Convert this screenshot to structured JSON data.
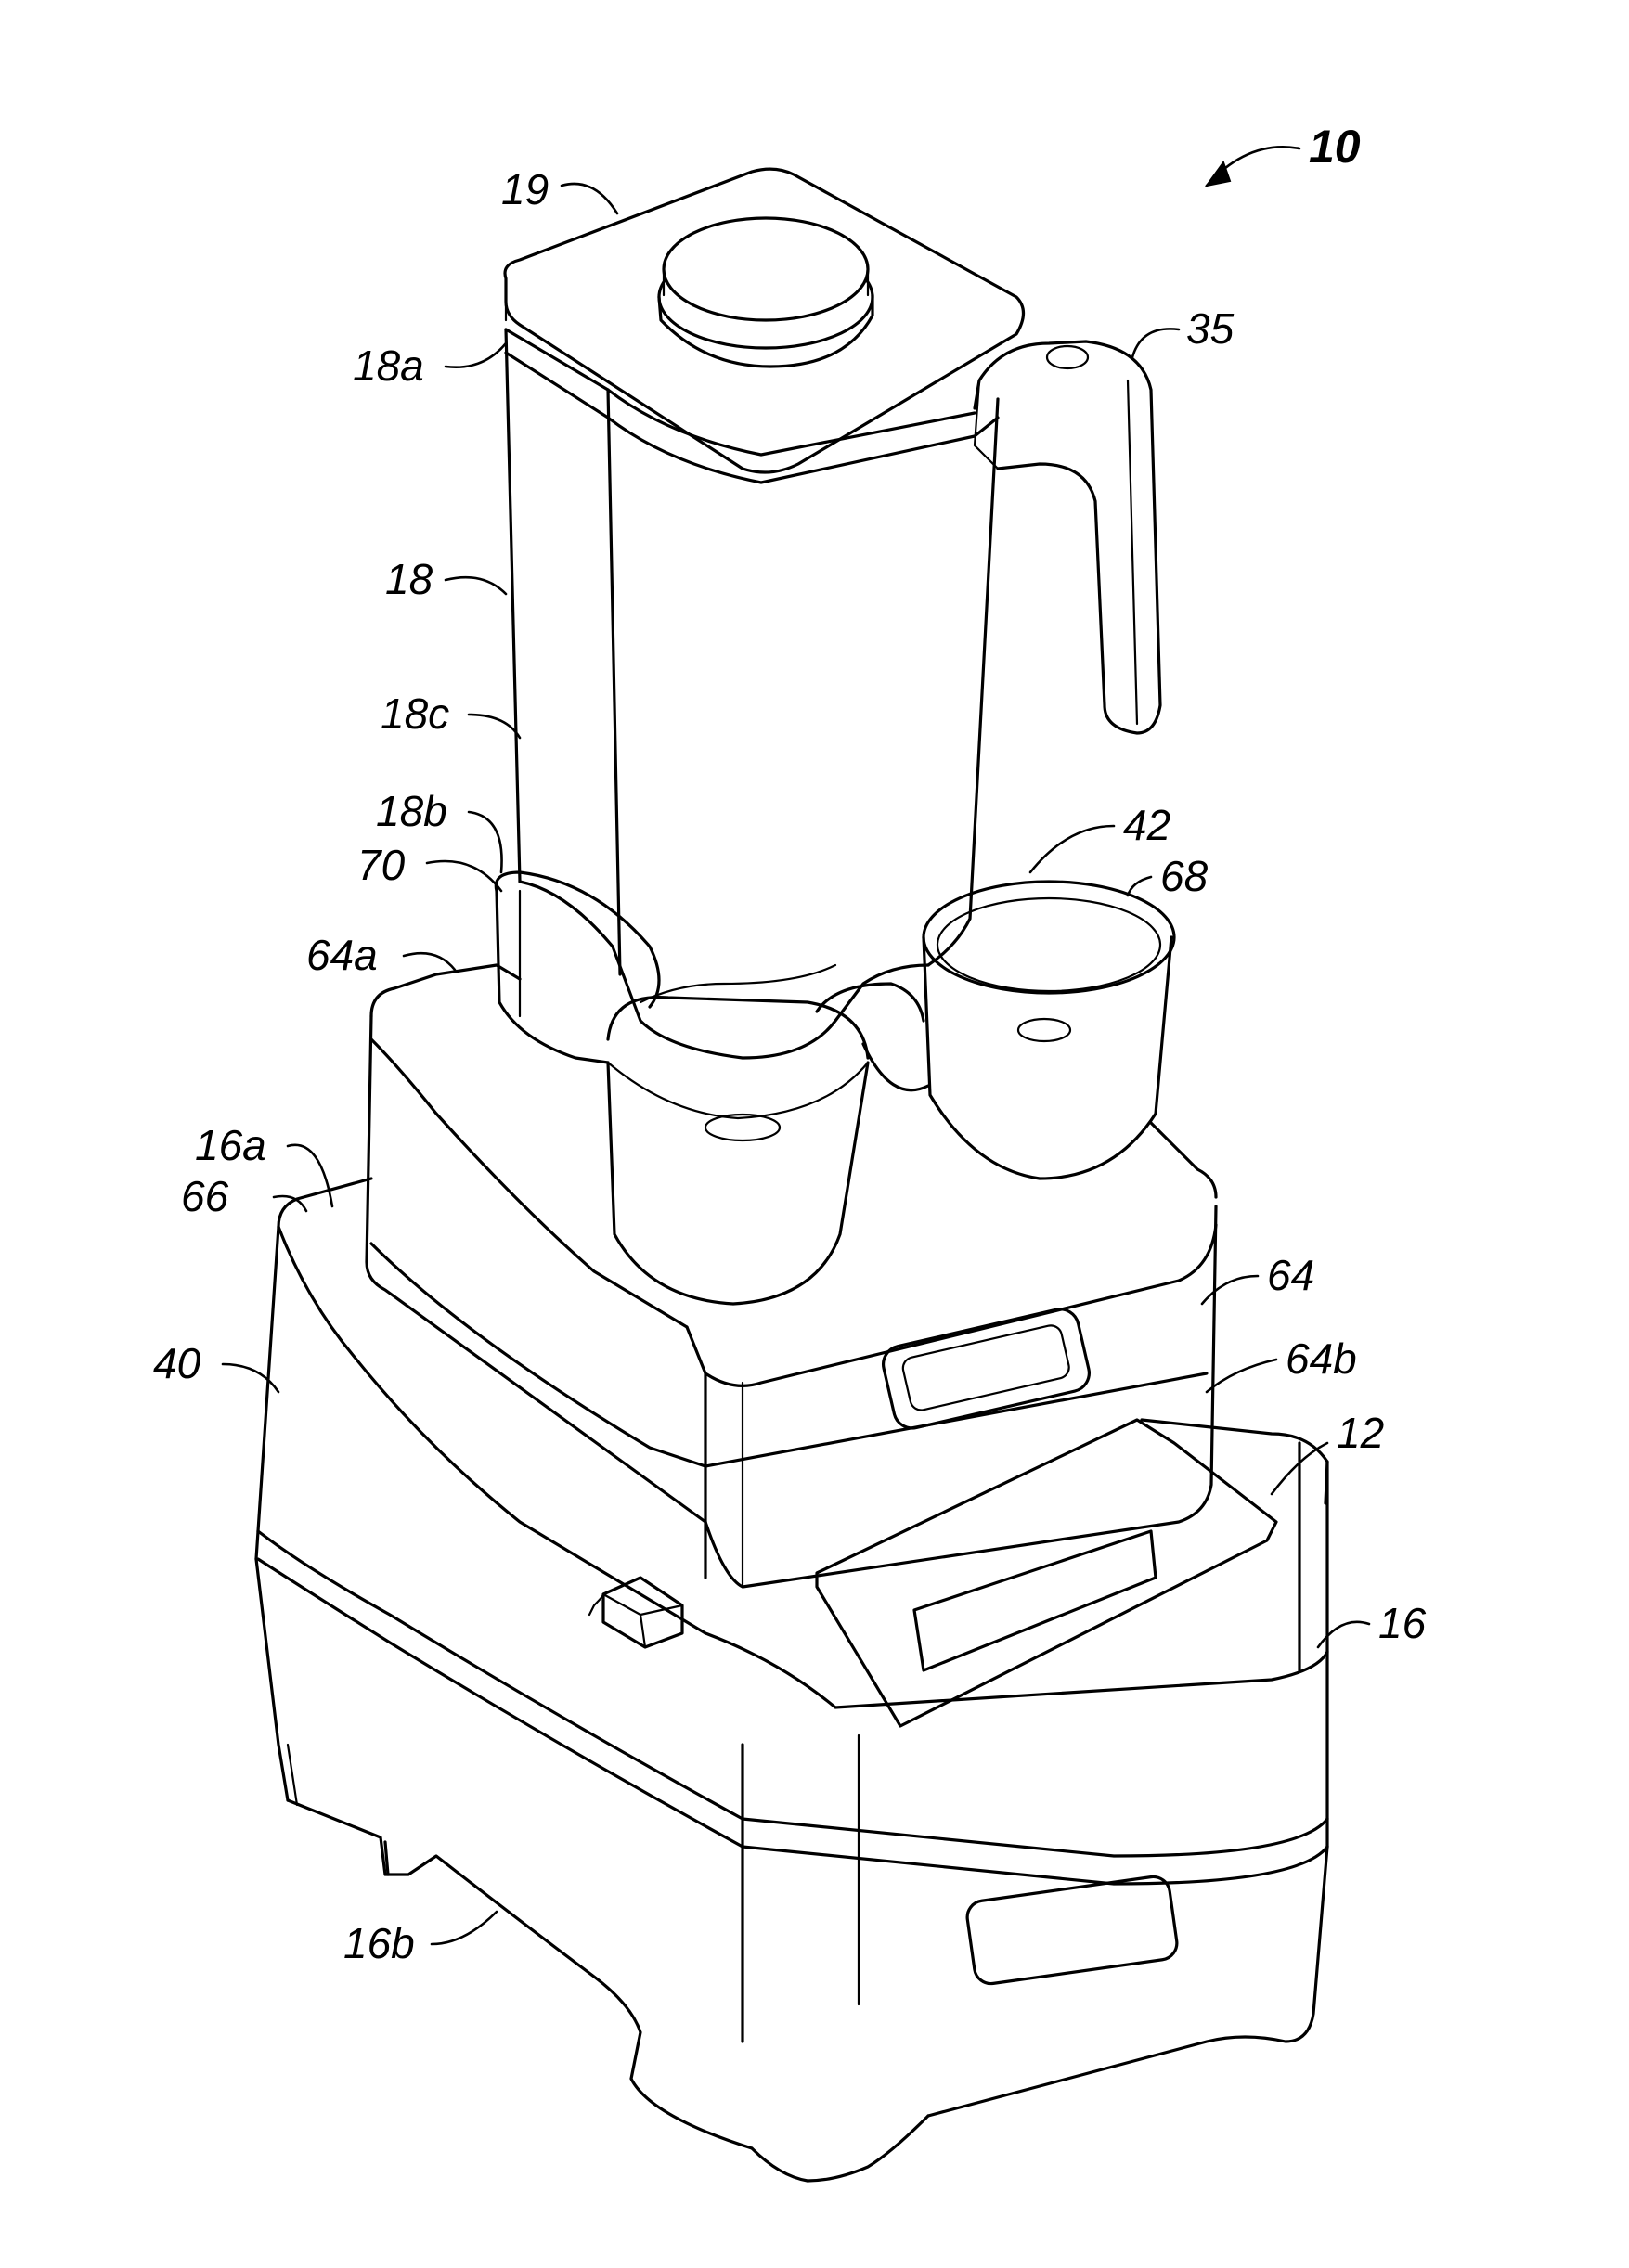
{
  "figure": {
    "reference_numerals": {
      "assembly": "10",
      "lid": "19",
      "container_top": "18a",
      "handle": "35",
      "container": "18",
      "container_side": "18c",
      "container_bottom": "18b",
      "collar": "70",
      "receptacle": "42",
      "cup": "68",
      "adapter_top": "64a",
      "base_top": "16a",
      "base_corner": "66",
      "base_side": "40",
      "adapter": "64",
      "adapter_bottom": "64b",
      "motor_base": "12",
      "housing": "16",
      "base_bottom": "16b"
    }
  }
}
